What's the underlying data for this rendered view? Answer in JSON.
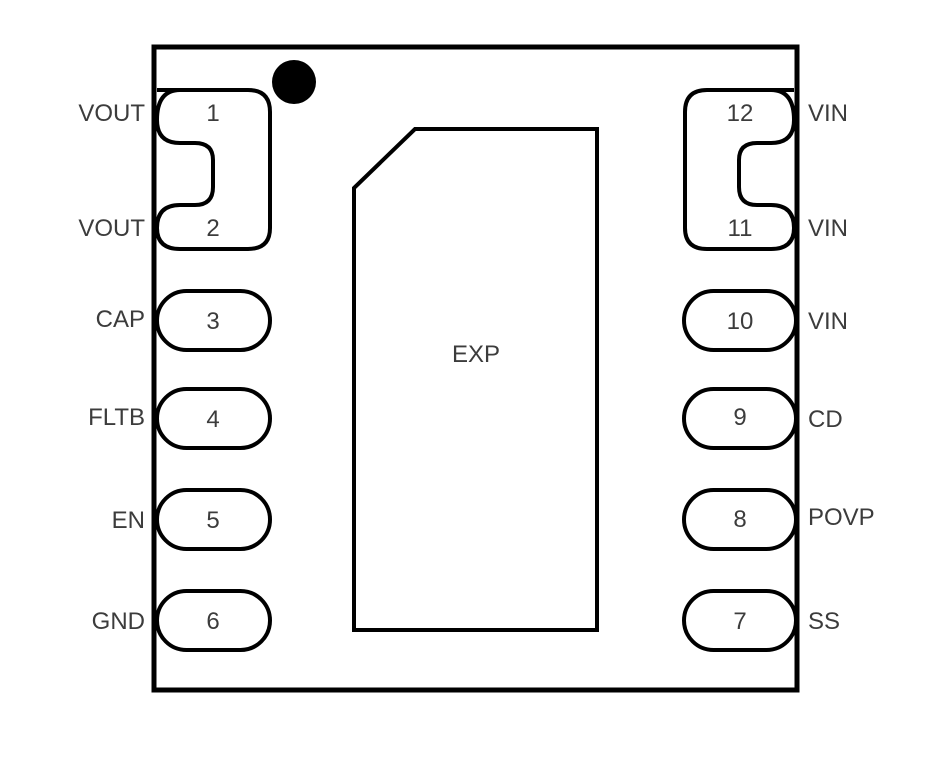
{
  "diagram": {
    "type": "ic-pinout",
    "package": "12-pin leadless",
    "pin1_marker": "filled-dot",
    "exposed_pad": {
      "label": "EXP"
    },
    "pins": [
      {
        "number": "1",
        "name": "VOUT",
        "side": "left",
        "merged_with": "2"
      },
      {
        "number": "2",
        "name": "VOUT",
        "side": "left",
        "merged_with": "1"
      },
      {
        "number": "3",
        "name": "CAP",
        "side": "left"
      },
      {
        "number": "4",
        "name": "FLTB",
        "side": "left"
      },
      {
        "number": "5",
        "name": "EN",
        "side": "left"
      },
      {
        "number": "6",
        "name": "GND",
        "side": "left"
      },
      {
        "number": "7",
        "name": "SS",
        "side": "right"
      },
      {
        "number": "8",
        "name": "POVP",
        "side": "right"
      },
      {
        "number": "9",
        "name": "CD",
        "side": "right"
      },
      {
        "number": "10",
        "name": "VIN",
        "side": "right"
      },
      {
        "number": "11",
        "name": "VIN",
        "side": "right",
        "merged_with": "12"
      },
      {
        "number": "12",
        "name": "VIN",
        "side": "right",
        "merged_with": "11"
      }
    ]
  }
}
